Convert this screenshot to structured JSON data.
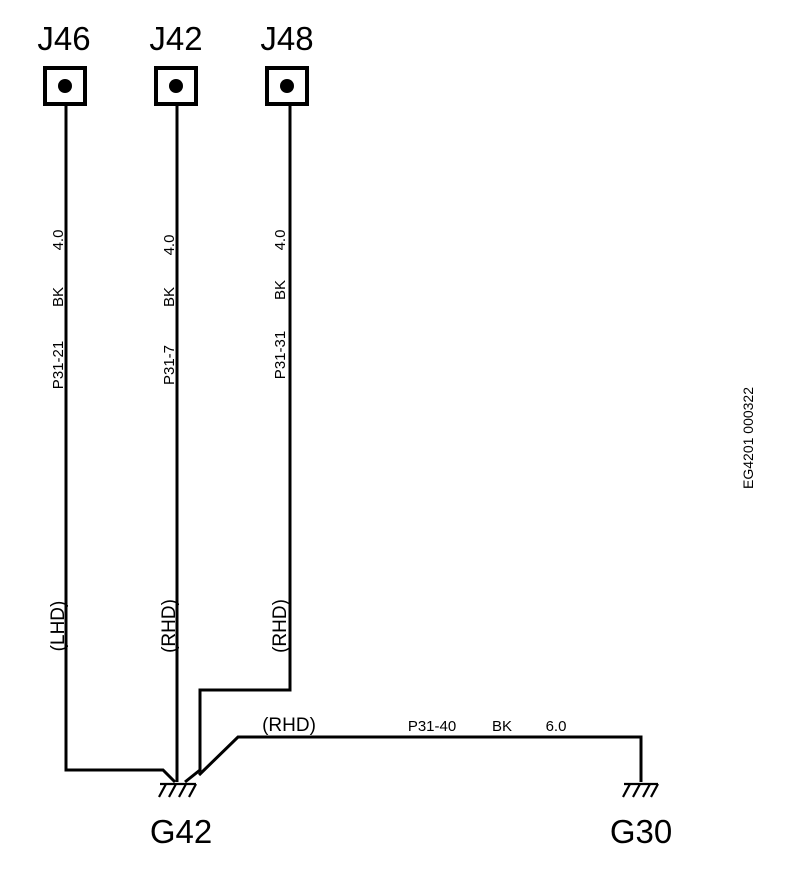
{
  "connectors": [
    {
      "id": "J46",
      "label": "J46"
    },
    {
      "id": "J42",
      "label": "J42"
    },
    {
      "id": "J48",
      "label": "J48"
    }
  ],
  "wires": [
    {
      "pin": "P31-21",
      "color": "BK",
      "gauge": "4.0",
      "variant": "(LHD)"
    },
    {
      "pin": "P31-7",
      "color": "BK",
      "gauge": "4.0",
      "variant": "(RHD)"
    },
    {
      "pin": "P31-31",
      "color": "BK",
      "gauge": "4.0",
      "variant": "(RHD)"
    }
  ],
  "ground_wire": {
    "variant": "(RHD)",
    "pin": "P31-40",
    "color": "BK",
    "gauge": "6.0"
  },
  "grounds": [
    {
      "id": "G42",
      "label": "G42"
    },
    {
      "id": "G30",
      "label": "G30"
    }
  ],
  "figure_id": "EG4201 000322"
}
